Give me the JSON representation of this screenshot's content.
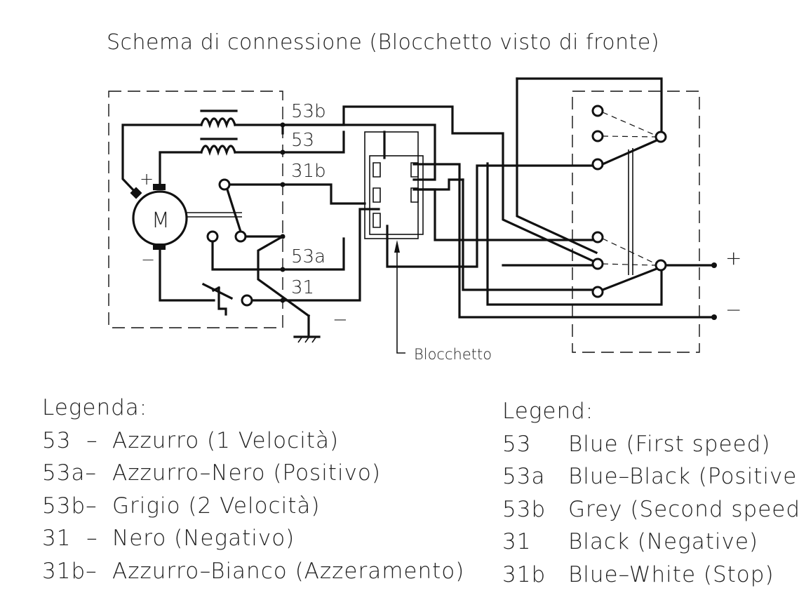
{
  "title": "Schema di connessione (Blocchetto visto di fronte)",
  "terminal_labels": {
    "t53b": "53b",
    "t53": "53",
    "t31b": "31b",
    "t53a": "53a",
    "t31": "31"
  },
  "motor_label": "M",
  "motor_plus": "+",
  "motor_minus": "−",
  "ground_minus": "−",
  "blocchetto_label": "Blocchetto",
  "supply_plus": "+",
  "supply_minus": "−",
  "legend_it": {
    "heading": "Legenda:",
    "rows": [
      {
        "code": "53  –",
        "text": "Azzurro (1 Velocità)"
      },
      {
        "code": "53a–",
        "text": "Azzurro–Nero (Positivo)"
      },
      {
        "code": "53b–",
        "text": "Grigio (2 Velocità)"
      },
      {
        "code": "31  –",
        "text": "Nero (Negativo)"
      },
      {
        "code": "31b–",
        "text": "Azzurro–Bianco (Azzeramento)"
      }
    ]
  },
  "legend_en": {
    "heading": "Legend:",
    "rows": [
      {
        "code": "53",
        "text": "Blue (First speed)"
      },
      {
        "code": "53a",
        "text": "Blue–Black (Positive)"
      },
      {
        "code": "53b",
        "text": "Grey (Second speed)"
      },
      {
        "code": "31",
        "text": "Black (Negative)"
      },
      {
        "code": "31b",
        "text": "Blue–White (Stop)"
      }
    ]
  }
}
